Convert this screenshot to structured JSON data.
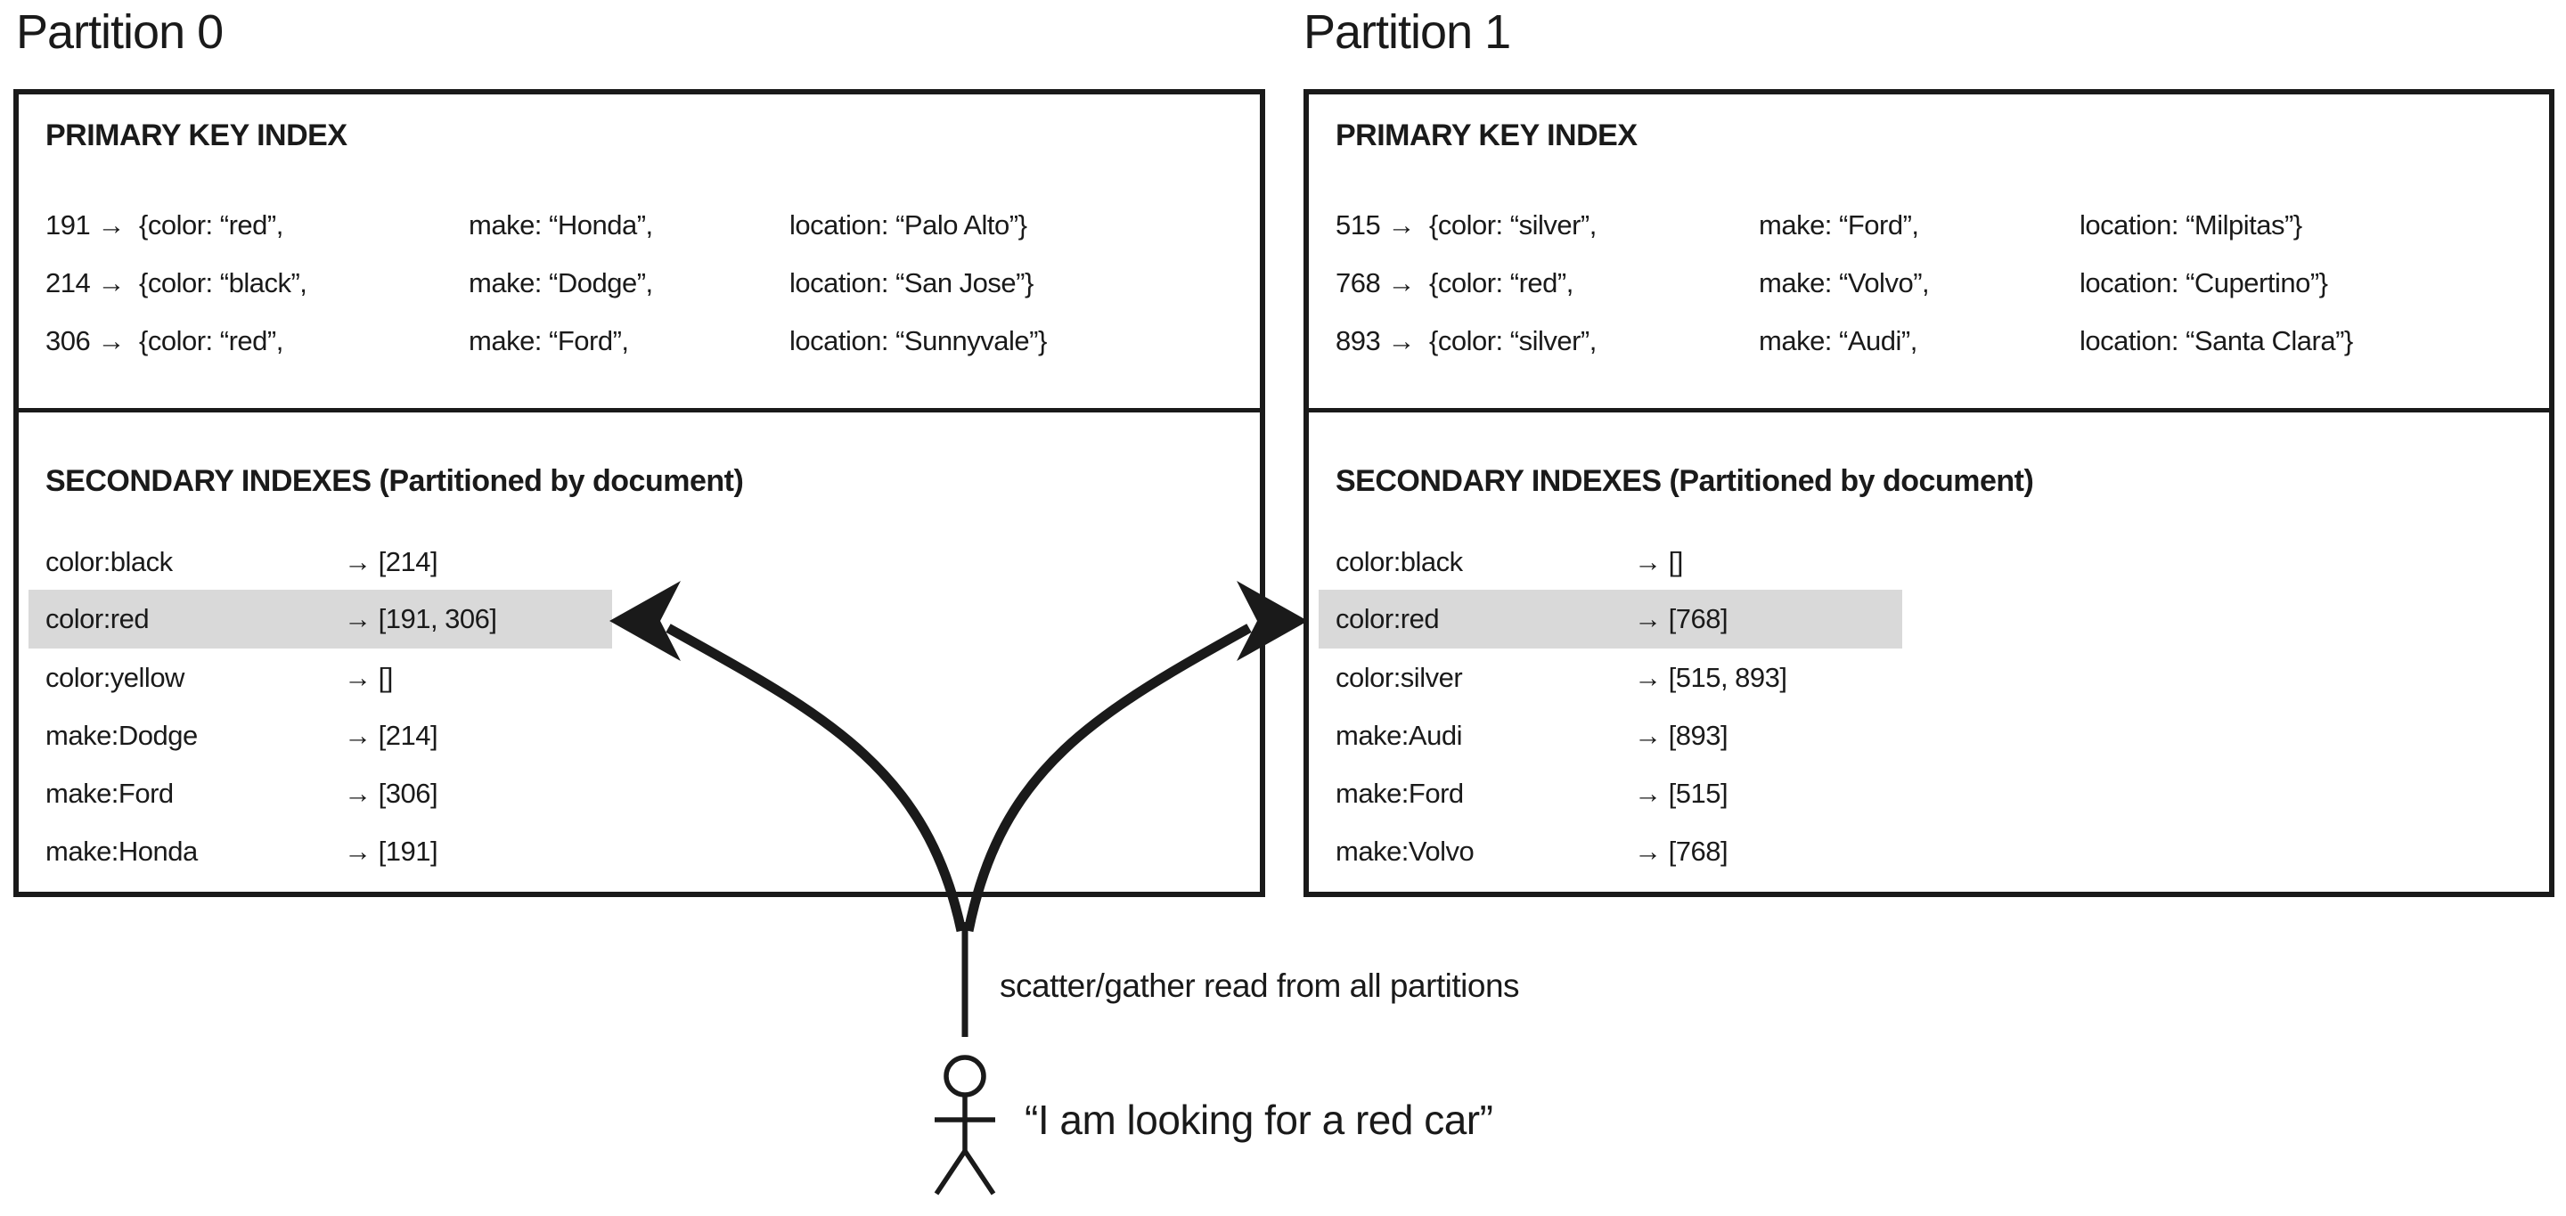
{
  "colors": {
    "ink": "#1a1a1a",
    "highlight_bg": "#d9d9d9"
  },
  "partitions": [
    {
      "title": "Partition 0",
      "primary_key_index": {
        "header": "PRIMARY KEY INDEX",
        "rows": [
          {
            "cells": [
              "191 →",
              "{color: “red”,",
              "make: “Honda”,",
              "location: “Palo Alto”}"
            ]
          },
          {
            "cells": [
              "214 →",
              "{color: “black”,",
              "make: “Dodge”,",
              "location: “San Jose”}"
            ]
          },
          {
            "cells": [
              "306 →",
              "{color: “red”,",
              "make: “Ford”,",
              "location: “Sunnyvale”}"
            ]
          }
        ]
      },
      "secondary_indexes": {
        "header": "SECONDARY INDEXES (Partitioned by document)",
        "rows": [
          {
            "key": "color:black",
            "value": "→ [214]",
            "highlighted": false
          },
          {
            "key": "color:red",
            "value": "→ [191, 306]",
            "highlighted": true
          },
          {
            "key": "color:yellow",
            "value": "→ []",
            "highlighted": false
          },
          {
            "key": "make:Dodge",
            "value": "→ [214]",
            "highlighted": false
          },
          {
            "key": "make:Ford",
            "value": "→ [306]",
            "highlighted": false
          },
          {
            "key": "make:Honda",
            "value": "→ [191]",
            "highlighted": false
          }
        ]
      }
    },
    {
      "title": "Partition 1",
      "primary_key_index": {
        "header": "PRIMARY KEY INDEX",
        "rows": [
          {
            "cells": [
              "515 →",
              "{color: “silver”,",
              "make: “Ford”,",
              "location: “Milpitas”}"
            ]
          },
          {
            "cells": [
              "768 →",
              "{color: “red”,",
              "make: “Volvo”,",
              "location: “Cupertino”}"
            ]
          },
          {
            "cells": [
              "893 →",
              "{color: “silver”,",
              "make: “Audi”,",
              "location: “Santa Clara”}"
            ]
          }
        ]
      },
      "secondary_indexes": {
        "header": "SECONDARY INDEXES (Partitioned by document)",
        "rows": [
          {
            "key": "color:black",
            "value": "→ []",
            "highlighted": false
          },
          {
            "key": "color:red",
            "value": "→ [768]",
            "highlighted": true
          },
          {
            "key": "color:silver",
            "value": "→ [515, 893]",
            "highlighted": false
          },
          {
            "key": "make:Audi",
            "value": "→ [893]",
            "highlighted": false
          },
          {
            "key": "make:Ford",
            "value": "→ [515]",
            "highlighted": false
          },
          {
            "key": "make:Volvo",
            "value": "→ [768]",
            "highlighted": false
          }
        ]
      }
    }
  ],
  "annotations": {
    "scatter_label": "scatter/gather read from all partitions",
    "query_label": "“I am looking for a red car”"
  }
}
